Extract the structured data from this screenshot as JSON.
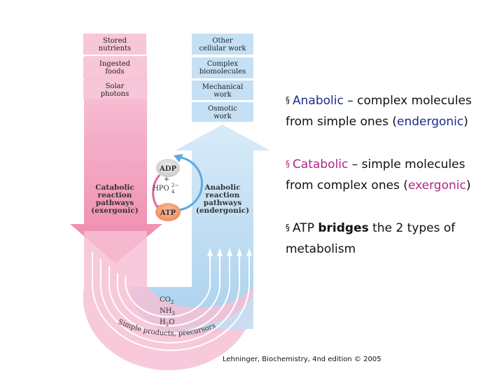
{
  "left_boxes": [
    [
      "Stored",
      "nutrients"
    ],
    [
      "Ingested",
      "foods"
    ],
    [
      "Solar",
      "photons"
    ]
  ],
  "right_boxes": [
    [
      "Other",
      "cellular work"
    ],
    [
      "Complex",
      "biomolecules"
    ],
    [
      "Mechanical",
      "work"
    ],
    [
      "Osmotic",
      "work"
    ]
  ],
  "catabolic_label": [
    "Catabolic",
    "reaction",
    "pathways",
    "(exergonic)"
  ],
  "anabolic_label": [
    "Anabolic",
    "reaction",
    "pathways",
    "(endergonic)"
  ],
  "cycle": {
    "adp": "ADP",
    "plus": "+",
    "hpo": "HPO",
    "hpo_sup": "2−",
    "hpo_sub": "4",
    "atp": "ATP"
  },
  "bottom_molecules": [
    {
      "main": "CO",
      "sub": "2"
    },
    {
      "main": "NH",
      "sub": "3"
    },
    {
      "main": "H",
      "sub": "2",
      "tail": "O"
    }
  ],
  "curved_text": "Simple products, precursors",
  "bullets": {
    "b1_term": "Anabolic",
    "b1_text1": " – complex molecules from simple ones (",
    "b1_paren": "endergonic",
    "b1_text2": ")",
    "b2_term": "Catabolic",
    "b2_text1": " – simple molecules from complex ones (",
    "b2_paren": "exergonic",
    "b2_text2": ")",
    "b3_text1": "ATP ",
    "b3_bold": "bridges",
    "b3_text2": " the 2 types of metabolism"
  },
  "citation": "Lehninger, Biochemistry, 4nd edition © 2005",
  "colors": {
    "pink": "#f4a9c6",
    "blue": "#b9daf2",
    "box_pink": "#f7c6d8",
    "box_blue": "#c5e0f4",
    "adp": "#dedede",
    "atp": "#f3a07a",
    "term_blue": "#1a2d8f",
    "term_pink": "#b0248a"
  }
}
